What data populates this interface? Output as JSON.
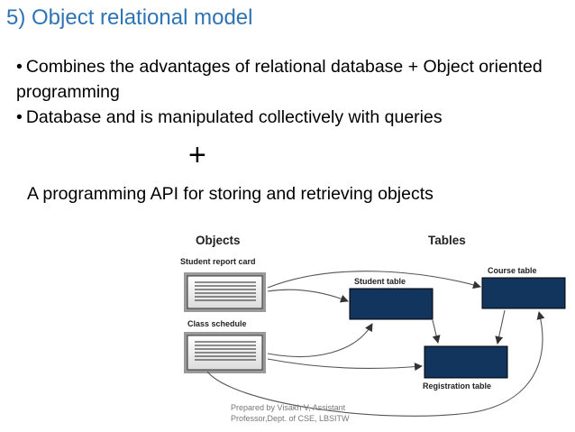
{
  "slide": {
    "title": "5) Object relational model",
    "bullets": [
      {
        "marker": "•",
        "text": "Combines the advantages of relational database + Object oriented programming"
      },
      {
        "marker": "•",
        "text": "Database and is manipulated collectively with queries"
      }
    ],
    "plus_symbol": "+",
    "api_line": "A programming API for storing and retrieving objects",
    "colors": {
      "title": "#2e74b5",
      "table_fill": "#12355e",
      "arrow": "#555555"
    }
  },
  "diagram": {
    "objects_heading": "Objects",
    "tables_heading": "Tables",
    "objects": [
      {
        "label": "Student report card"
      },
      {
        "label": "Class schedule"
      }
    ],
    "tables": [
      {
        "label": "Student table"
      },
      {
        "label": "Course table"
      },
      {
        "label": "Registration table"
      }
    ]
  },
  "footer": {
    "line1": "Prepared by Visakh V, Assistant",
    "line2": "Professor,Dept. of CSE, LBSITW"
  }
}
